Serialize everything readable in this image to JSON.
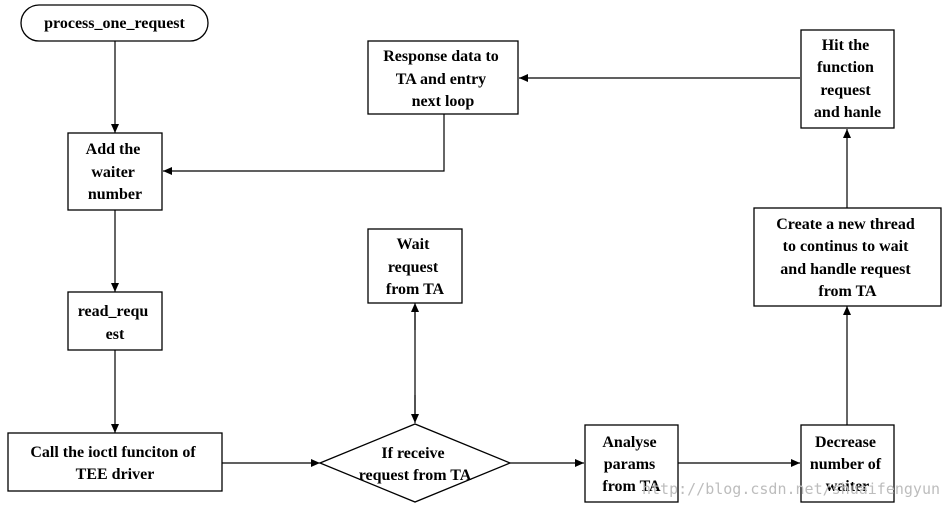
{
  "diagram": {
    "nodes": {
      "start": {
        "lines": [
          "process_one_request"
        ]
      },
      "add_waiter": {
        "lines": [
          "Add the",
          "waiter",
          "number"
        ]
      },
      "read_request": {
        "lines": [
          "read_requ",
          "est"
        ]
      },
      "call_ioctl": {
        "lines": [
          "Call the ioctl funciton of",
          "TEE driver"
        ]
      },
      "if_receive": {
        "lines": [
          "If receive",
          "request from TA"
        ]
      },
      "wait_request": {
        "lines": [
          "Wait",
          "request",
          "from TA"
        ]
      },
      "analyse_params": {
        "lines": [
          "Analyse",
          "params",
          "from TA"
        ]
      },
      "decrease_waiter": {
        "lines": [
          "Decrease",
          "number of",
          "waiter"
        ]
      },
      "create_thread": {
        "lines": [
          "Create a new thread",
          "to continus to wait",
          "and handle request",
          "from TA"
        ]
      },
      "hit_function": {
        "lines": [
          "Hit the",
          "function",
          "request",
          "and hanle"
        ]
      },
      "response_data": {
        "lines": [
          "Response data to",
          "TA and entry",
          "next loop"
        ]
      }
    },
    "watermark": "http://blog.csdn.net/shuaifengyun"
  }
}
